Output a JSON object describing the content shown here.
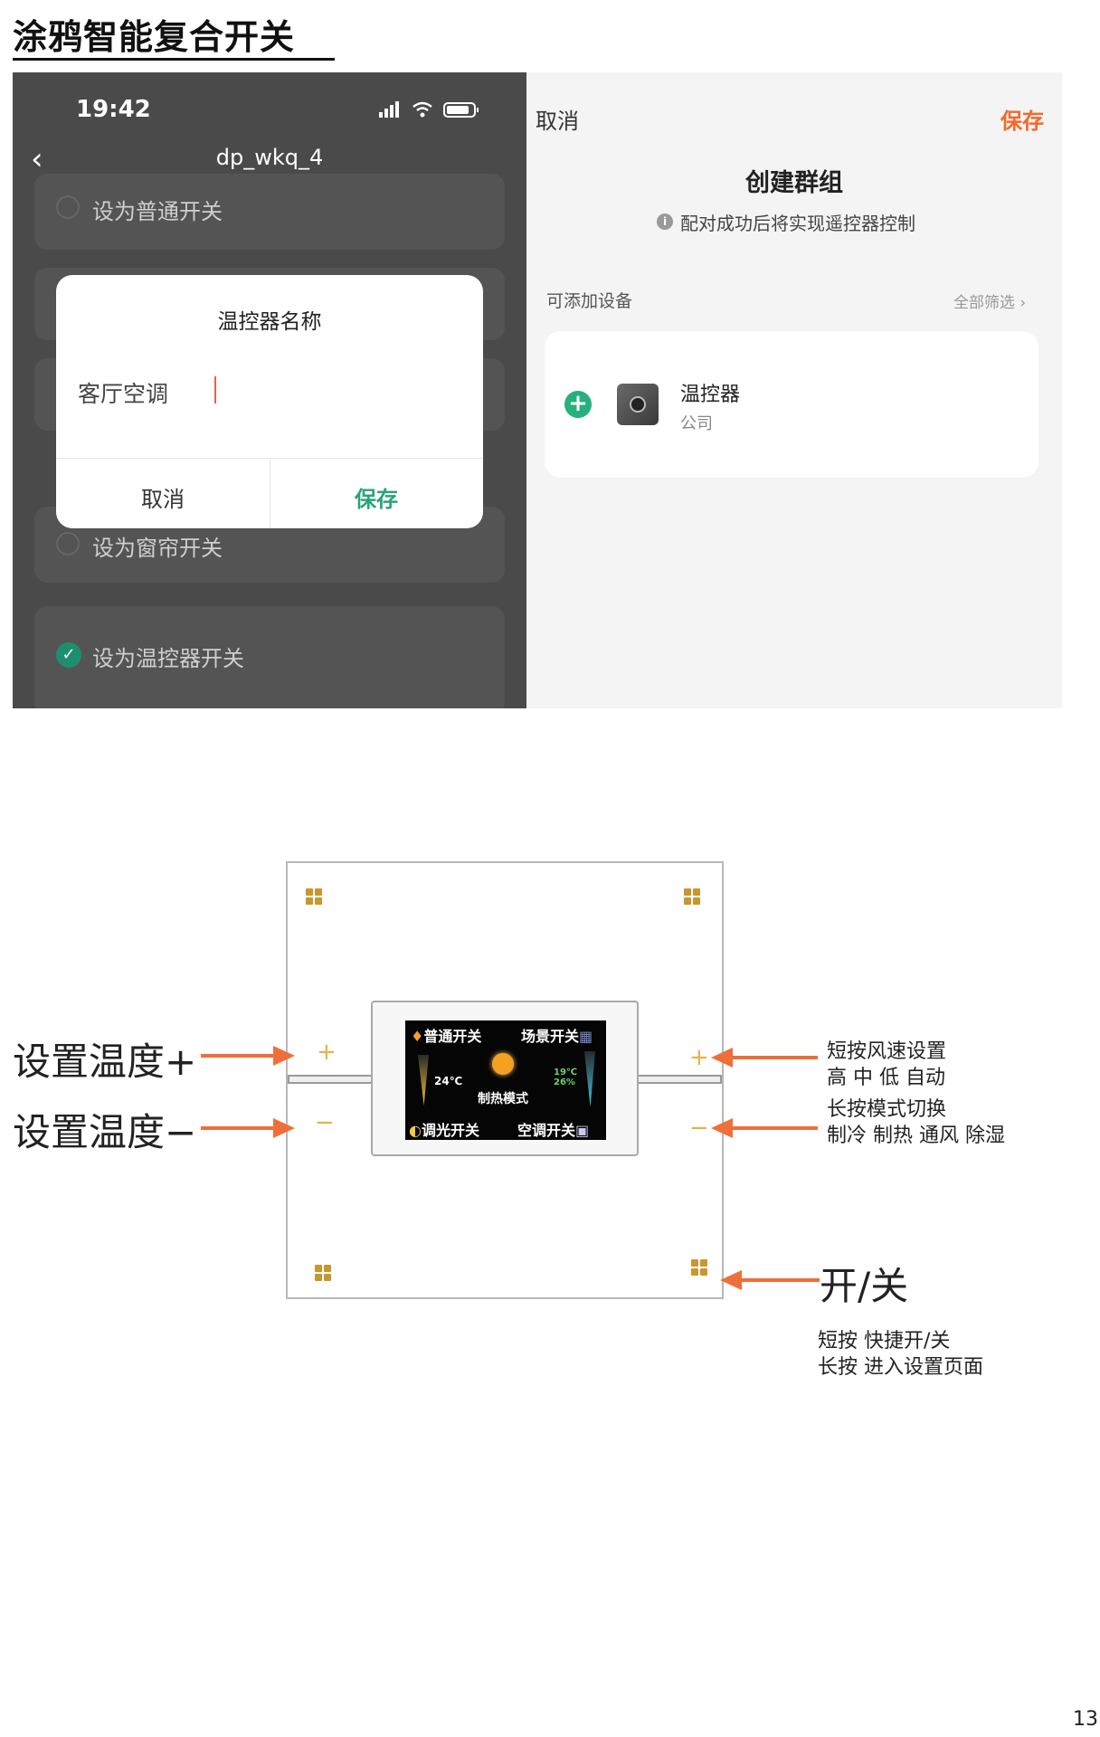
{
  "page": {
    "title": "涂鸦智能复合开关",
    "page_number": "13"
  },
  "left_screen": {
    "status": {
      "time": "19:42"
    },
    "nav": {
      "back_icon": "chevron-left-icon",
      "title": "dp_wkq_4"
    },
    "options": [
      {
        "label": "设为普通开关",
        "selected": false
      },
      {
        "label": "设为窗帘开关",
        "selected": false
      },
      {
        "label": "设为温控器开关",
        "selected": true
      }
    ],
    "dialog": {
      "title": "温控器名称",
      "input_value": "客厅空调",
      "cancel": "取消",
      "save": "保存"
    }
  },
  "right_screen": {
    "cancel": "取消",
    "save": "保存",
    "title": "创建群组",
    "subtitle": "配对成功后将实现遥控器控制",
    "section_label": "可添加设备",
    "filter_label": "全部筛选 ›",
    "device": {
      "name": "温控器",
      "location": "公司"
    }
  },
  "diagram": {
    "screen": {
      "top_left": "普通开关",
      "top_right": "场景开关",
      "temp": "24℃",
      "mode": "制热模式",
      "right_values": [
        "19℃",
        "26%"
      ],
      "bottom_left": "调光开关",
      "bottom_right": "空调开关"
    },
    "plus": "+",
    "minus": "−",
    "labels": {
      "temp_up": "设置温度+",
      "temp_down": "设置温度−",
      "fan_line1": "短按风速设置",
      "fan_line2": "高 中 低 自动",
      "mode_line1": "长按模式切换",
      "mode_line2": "制冷 制热 通风 除湿",
      "power": "开/关",
      "power_line1": "短按 快捷开/关",
      "power_line2": "长按 进入设置页面"
    }
  },
  "colors": {
    "accent_orange": "#ef6f3a",
    "green": "#2aa37a",
    "gold": "#c8972e"
  }
}
